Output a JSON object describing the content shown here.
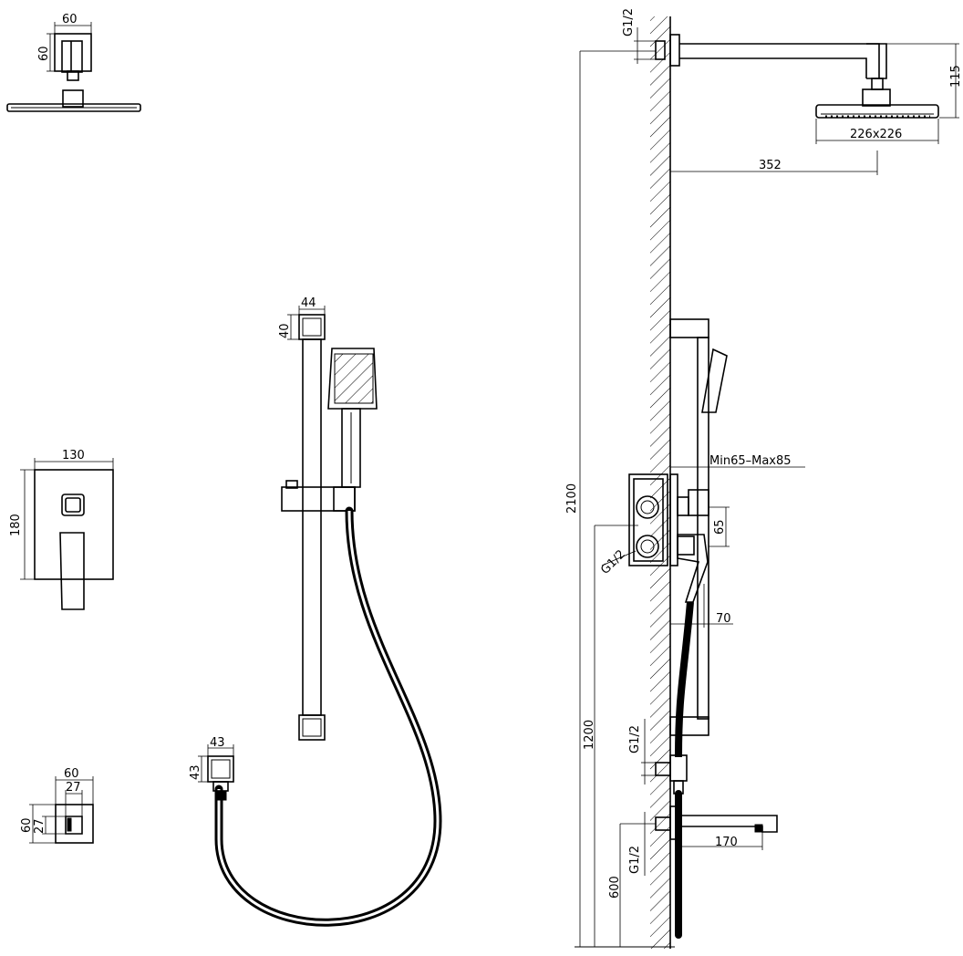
{
  "dimensions": {
    "head_plate_width": "60",
    "head_plate_height": "60",
    "slide_bracket_width": "44",
    "slide_bracket_height": "40",
    "valve_plate_width": "130",
    "valve_plate_height": "180",
    "elbow_width": "43",
    "elbow_height": "43",
    "diverter_plate_width": "60",
    "diverter_handle_width": "27",
    "diverter_plate_height": "60",
    "diverter_handle_height": "27",
    "arm_thread": "G1/2",
    "arm_drop": "115",
    "head_size": "226x226",
    "arm_reach": "352",
    "total_height": "2100",
    "bar_depth": "Min65–Max85",
    "valve_spacing": "65",
    "valve_thread": "G1/2",
    "valve_projection": "70",
    "valve_height": "1200",
    "outlet_thread": "G1/2",
    "spout_thread": "G1/2",
    "spout_length": "170",
    "spout_height": "600"
  }
}
